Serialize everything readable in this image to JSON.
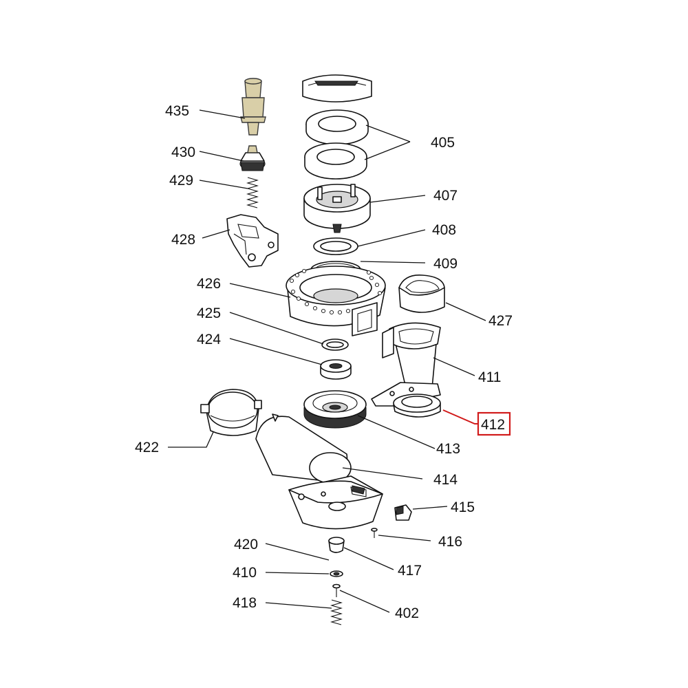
{
  "highlight_color": "#d11a1a",
  "labels": {
    "p402": "402",
    "p405": "405",
    "p407": "407",
    "p408": "408",
    "p409": "409",
    "p410": "410",
    "p411": "411",
    "p412": "412",
    "p413": "413",
    "p414": "414",
    "p415": "415",
    "p416": "416",
    "p417": "417",
    "p418": "418",
    "p420": "420",
    "p422": "422",
    "p424": "424",
    "p425": "425",
    "p426": "426",
    "p427": "427",
    "p428": "428",
    "p429": "429",
    "p430": "430",
    "p435": "435"
  },
  "highlighted_part": "412"
}
